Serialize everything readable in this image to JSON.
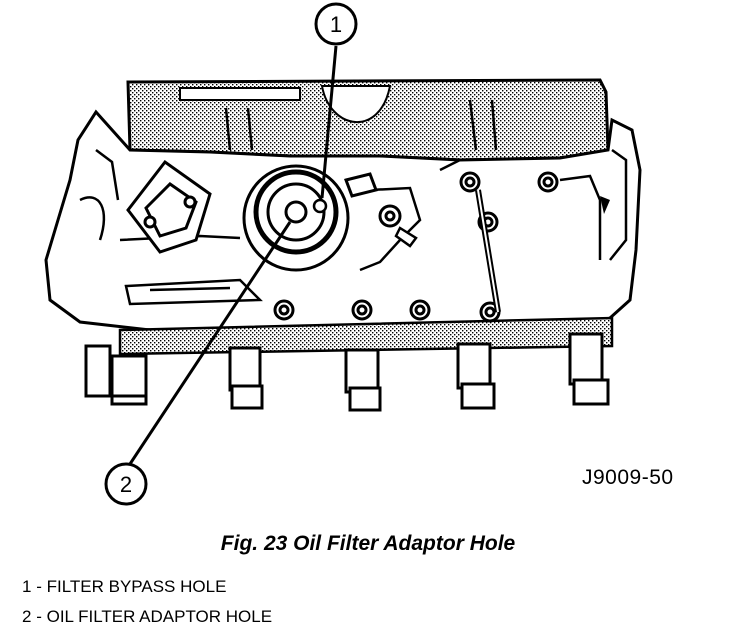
{
  "figure": {
    "code": "J9009-50",
    "caption": "Fig. 23 Oil Filter Adaptor Hole",
    "callouts": [
      {
        "number": "1",
        "text": "FILTER BYPASS HOLE"
      },
      {
        "number": "2",
        "text": "OIL FILTER ADAPTOR HOLE"
      }
    ]
  },
  "colors": {
    "ink": "#000000",
    "paper": "#ffffff",
    "stipple": "#8c8c8c"
  }
}
